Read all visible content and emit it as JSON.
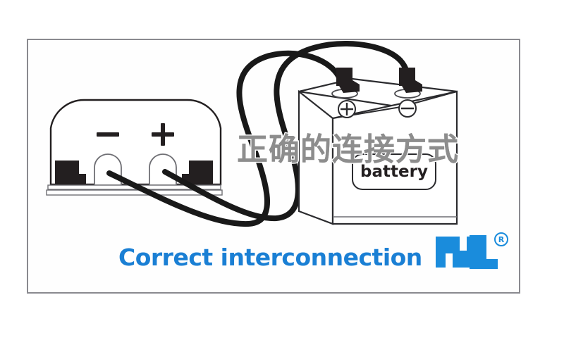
{
  "figure": {
    "title_en": "Correct interconnection",
    "watermark_zh": "正确的连接方式",
    "caption_color": "#1a7fd4",
    "watermark_color": "#8d8d8d",
    "frame_color": "#8a8a8f",
    "background_color": "#ffffff"
  },
  "charger": {
    "name": "charger-unit",
    "negative_symbol": "−",
    "positive_symbol": "+",
    "terminal_order": [
      "−",
      "+"
    ]
  },
  "battery": {
    "name": "battery-box",
    "label": "battery",
    "positive_terminal_symbol": "⊕",
    "negative_terminal_symbol": "⊖",
    "clamp_color": "#231f20"
  },
  "wires": {
    "color": "#191919",
    "count": 2,
    "description": "two black cables arcing from charger terminals up to battery clamps"
  },
  "logo": {
    "name": "ul-logo",
    "text": "UL",
    "registered_mark": "®",
    "color": "#1a7fd4"
  }
}
